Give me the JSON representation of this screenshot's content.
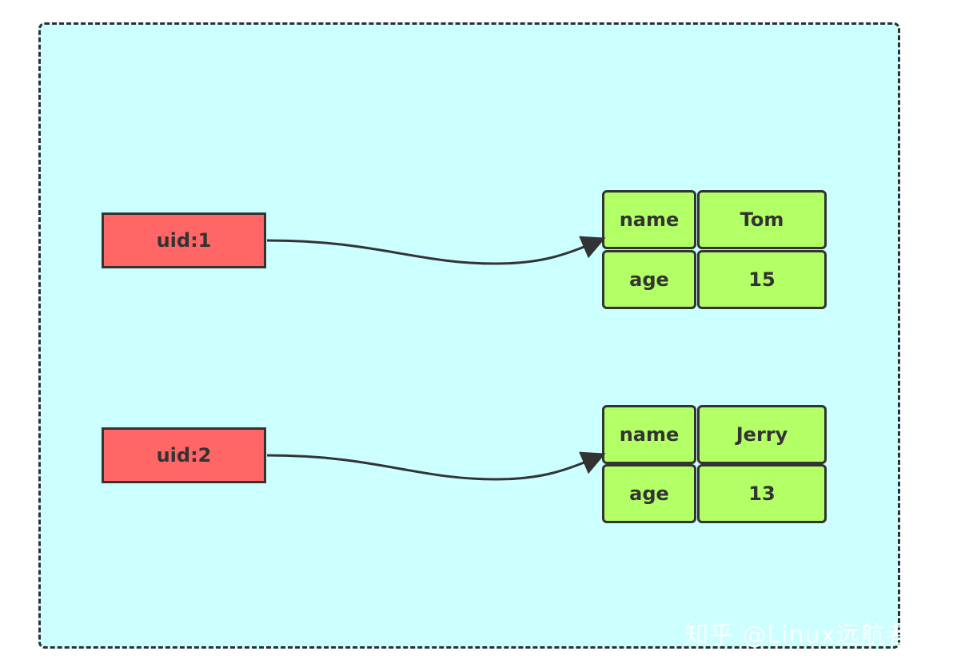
{
  "colors": {
    "background": "#ccffff",
    "key_fill": "#ff6666",
    "cell_fill": "#b3ff66",
    "stroke": "#333333"
  },
  "entries": [
    {
      "key": "uid:1",
      "fields": [
        {
          "field": "name",
          "value": "Tom"
        },
        {
          "field": "age",
          "value": "15"
        }
      ]
    },
    {
      "key": "uid:2",
      "fields": [
        {
          "field": "name",
          "value": "Jerry"
        },
        {
          "field": "age",
          "value": "13"
        }
      ]
    }
  ],
  "watermark": "知乎 @Linux远航者"
}
